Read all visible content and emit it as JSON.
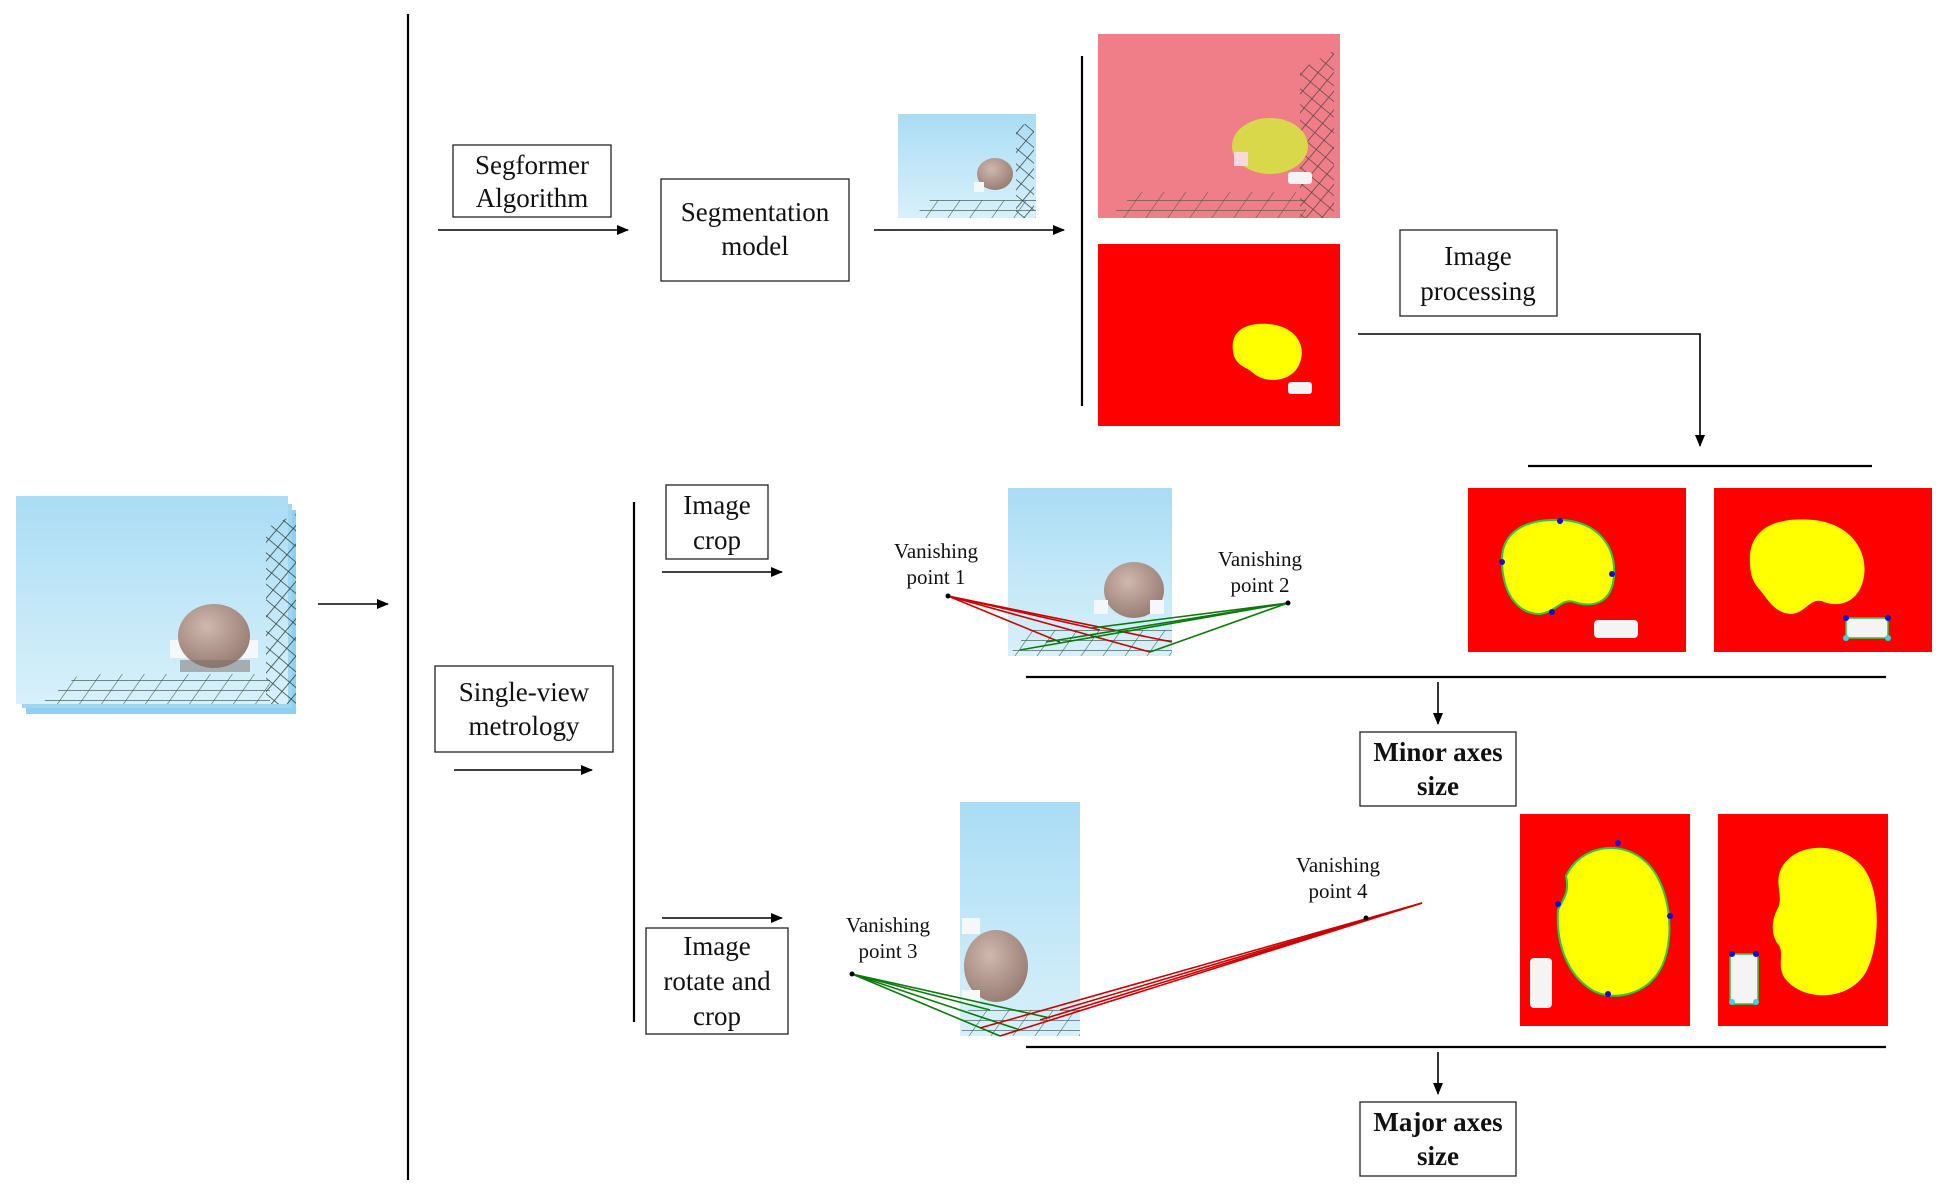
{
  "labels": {
    "segformer_l1": "Segformer",
    "segformer_l2": "Algorithm",
    "segmodel_l1": "Segmentation",
    "segmodel_l2": "model",
    "imgproc_l1": "Image",
    "imgproc_l2": "processing",
    "svm_l1": "Single-view",
    "svm_l2": "metrology",
    "crop_l1": "Image",
    "crop_l2": "crop",
    "rotate_l1": "Image",
    "rotate_l2": "rotate and",
    "rotate_l3": "crop",
    "vp1_l1": "Vanishing",
    "vp1_l2": "point 1",
    "vp2_l1": "Vanishing",
    "vp2_l2": "point 2",
    "vp3_l1": "Vanishing",
    "vp3_l2": "point  3",
    "vp4_l1": "Vanishing",
    "vp4_l2": "point 4",
    "minor_l1": "Minor axes",
    "minor_l2": "size",
    "major_l1": "Major axes",
    "major_l2": "size"
  },
  "colors": {
    "mask_red": "#ff0000",
    "mask_yellow": "#ffff00",
    "overlay_pink": "#f07e88",
    "overlay_yellow": "#d8d84a",
    "photo_blue": "#b8e2f6",
    "photo_blue_dark": "#8ccdf0",
    "egg": "#b89a90",
    "vp_red_lines": "#cc0000",
    "vp_green_lines": "#0a7a0a",
    "contour_green": "#22cc44",
    "point_blue": "#1010cc",
    "point_cyan": "#40d0e0"
  }
}
